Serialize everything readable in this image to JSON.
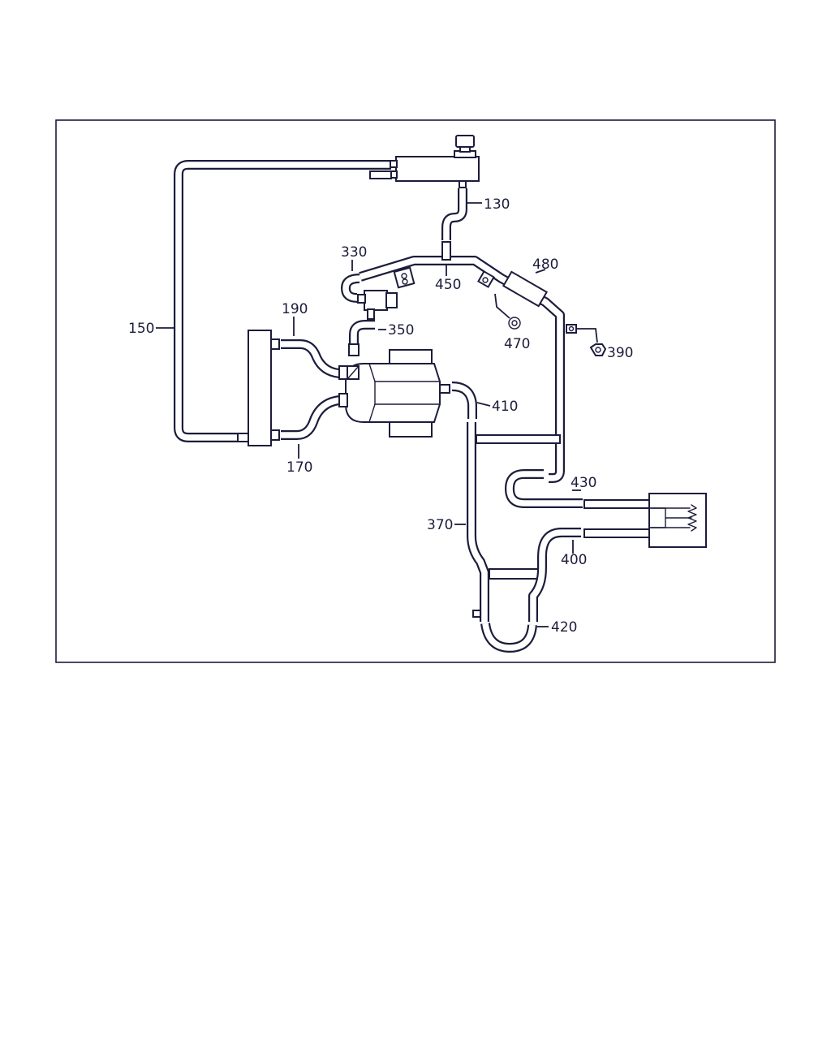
{
  "labels": {
    "p130": "130",
    "p150": "150",
    "p170": "170",
    "p190": "190",
    "p330": "330",
    "p350": "350",
    "p370": "370",
    "p390": "390",
    "p400": "400",
    "p410": "410",
    "p420": "420",
    "p430": "430",
    "p450": "450",
    "p470": "470",
    "p480": "480"
  },
  "colors": {
    "line": "#1c1c3c",
    "background": "#ffffff"
  }
}
